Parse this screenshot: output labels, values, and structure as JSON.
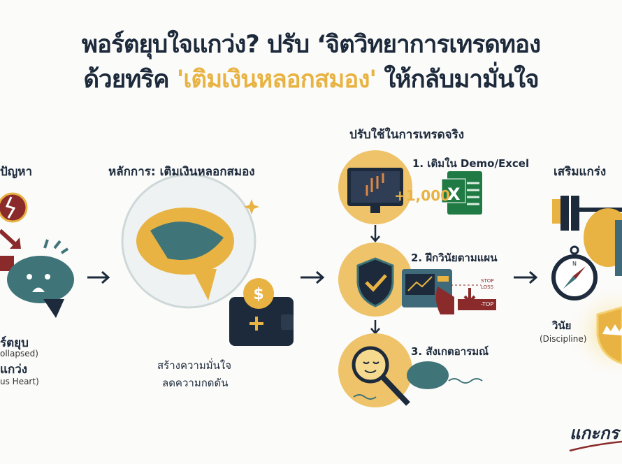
{
  "title": {
    "line1": "พอร์ตยุบใจแกว่ง? ปรับ ‘จิตวิทยาการเทรดทอง",
    "line2_prefix": "ด้วยทริค ",
    "line2_highlight": "'เติมเงินหลอกสมอง'",
    "line2_suffix": " ให้กลับมามั่นใจ"
  },
  "problem": {
    "heading": "ปัญหา",
    "label1": "ร์ตยุบ",
    "label1_en": "ollapsed)",
    "label2": "แกว่ง",
    "label2_en": "us Heart)"
  },
  "principle": {
    "heading": "หลักการ: เติมเงินหลอกสมอง",
    "benefit1": "สร้างความมั่นใจ",
    "benefit2": "ลดความกดดัน"
  },
  "practice": {
    "heading": "ปรับใช้ในการเทรดจริง",
    "steps": [
      {
        "label": "1. เติมใน Demo/Excel",
        "amount": "+1,000",
        "badge": "X"
      },
      {
        "label": "2. ฝึกวินัยตามแผน",
        "stop_loss": "STOP LOSS",
        "bar_text": "-TOP"
      },
      {
        "label": "3. สังเกตอารมณ์"
      }
    ]
  },
  "strengthen": {
    "heading": "เสริมแกร่ง",
    "compass_letter": "N",
    "discipline": "วินัย",
    "discipline_en": "(Discipline)"
  },
  "signature": "แกะกร",
  "colors": {
    "navy": "#1d2a3b",
    "gold": "#e8b342",
    "teal": "#3f7478",
    "maroon": "#8a2a2a",
    "excel": "#1f7a43"
  }
}
